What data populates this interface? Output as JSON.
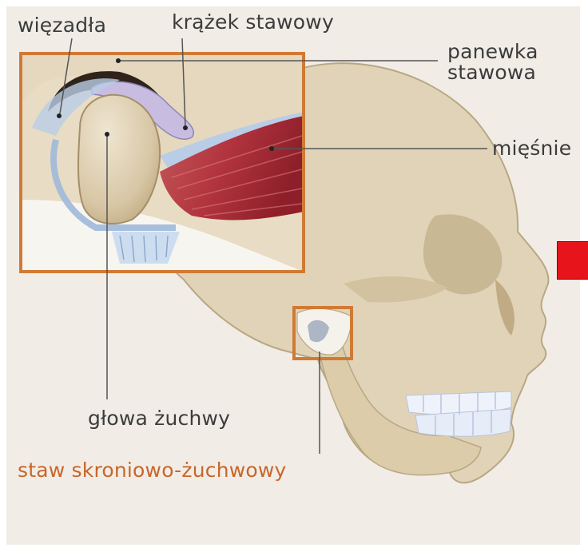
{
  "labels": {
    "ligaments": "więzadła",
    "disc": "krążek stawowy",
    "socket": "panewka stawowa",
    "socket_line1": "panewka",
    "socket_line2": "stawowa",
    "muscles": "mięśnie",
    "condyle": "głowa żuchwy",
    "joint": "staw skroniowo-żuchwowy"
  },
  "colors": {
    "background": "#f1ede6",
    "bone": "#e1d3b8",
    "bone_shadow": "#c9b894",
    "cartilage": "#b9cde6",
    "disc": "#c8bde0",
    "muscle": "#b3353f",
    "frame": "#d07a35",
    "text": "#3c3c3c",
    "accent_text": "#c8662a",
    "teeth": "#eef2fb",
    "marker": "#e8141c"
  }
}
